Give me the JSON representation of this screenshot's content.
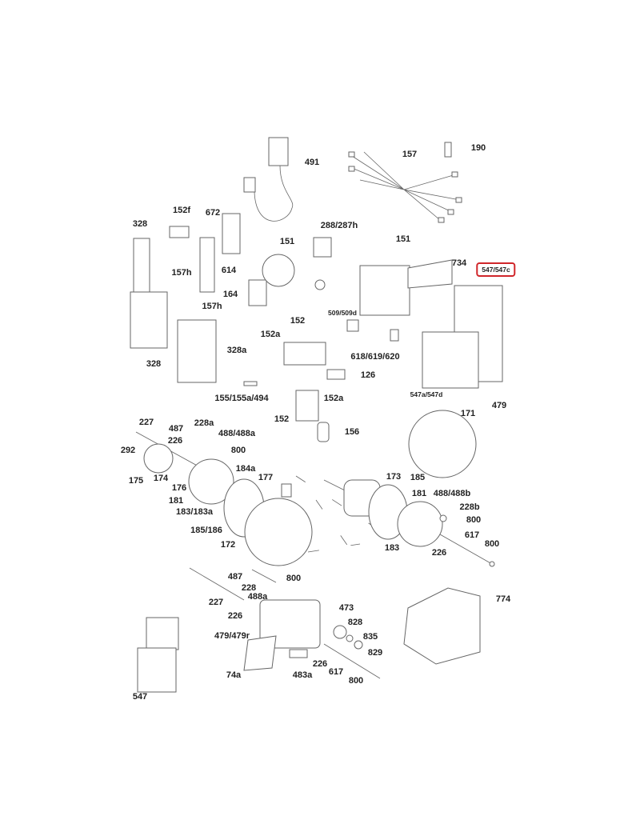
{
  "diagram": {
    "highlight_color": "#d0262a",
    "labels": [
      {
        "text": "491"
      },
      {
        "text": "157"
      },
      {
        "text": "190"
      },
      {
        "text": "152f"
      },
      {
        "text": "672"
      },
      {
        "text": "328"
      },
      {
        "text": "288/287h"
      },
      {
        "text": "151"
      },
      {
        "text": "151"
      },
      {
        "text": "734"
      },
      {
        "text": "547/547c",
        "highlighted": true
      },
      {
        "text": "157h"
      },
      {
        "text": "614"
      },
      {
        "text": "164"
      },
      {
        "text": "157h"
      },
      {
        "text": "509/509d"
      },
      {
        "text": "152"
      },
      {
        "text": "152a"
      },
      {
        "text": "328a"
      },
      {
        "text": "618/619/620"
      },
      {
        "text": "328"
      },
      {
        "text": "126"
      },
      {
        "text": "155/155a/494"
      },
      {
        "text": "152a"
      },
      {
        "text": "547a/547d"
      },
      {
        "text": "479"
      },
      {
        "text": "171"
      },
      {
        "text": "152"
      },
      {
        "text": "156"
      },
      {
        "text": "227"
      },
      {
        "text": "487"
      },
      {
        "text": "228a"
      },
      {
        "text": "488/488a"
      },
      {
        "text": "226"
      },
      {
        "text": "800"
      },
      {
        "text": "292"
      },
      {
        "text": "175"
      },
      {
        "text": "174"
      },
      {
        "text": "176"
      },
      {
        "text": "184a"
      },
      {
        "text": "177"
      },
      {
        "text": "173"
      },
      {
        "text": "185"
      },
      {
        "text": "181"
      },
      {
        "text": "488/488b"
      },
      {
        "text": "181"
      },
      {
        "text": "183/183a"
      },
      {
        "text": "228b"
      },
      {
        "text": "800"
      },
      {
        "text": "185/186"
      },
      {
        "text": "617"
      },
      {
        "text": "800"
      },
      {
        "text": "172"
      },
      {
        "text": "183"
      },
      {
        "text": "226"
      },
      {
        "text": "487"
      },
      {
        "text": "800"
      },
      {
        "text": "228"
      },
      {
        "text": "488a"
      },
      {
        "text": "473"
      },
      {
        "text": "227"
      },
      {
        "text": "774"
      },
      {
        "text": "226"
      },
      {
        "text": "828"
      },
      {
        "text": "479/479r"
      },
      {
        "text": "835"
      },
      {
        "text": "829"
      },
      {
        "text": "226"
      },
      {
        "text": "617"
      },
      {
        "text": "74a"
      },
      {
        "text": "483a"
      },
      {
        "text": "800"
      },
      {
        "text": "547"
      }
    ]
  }
}
